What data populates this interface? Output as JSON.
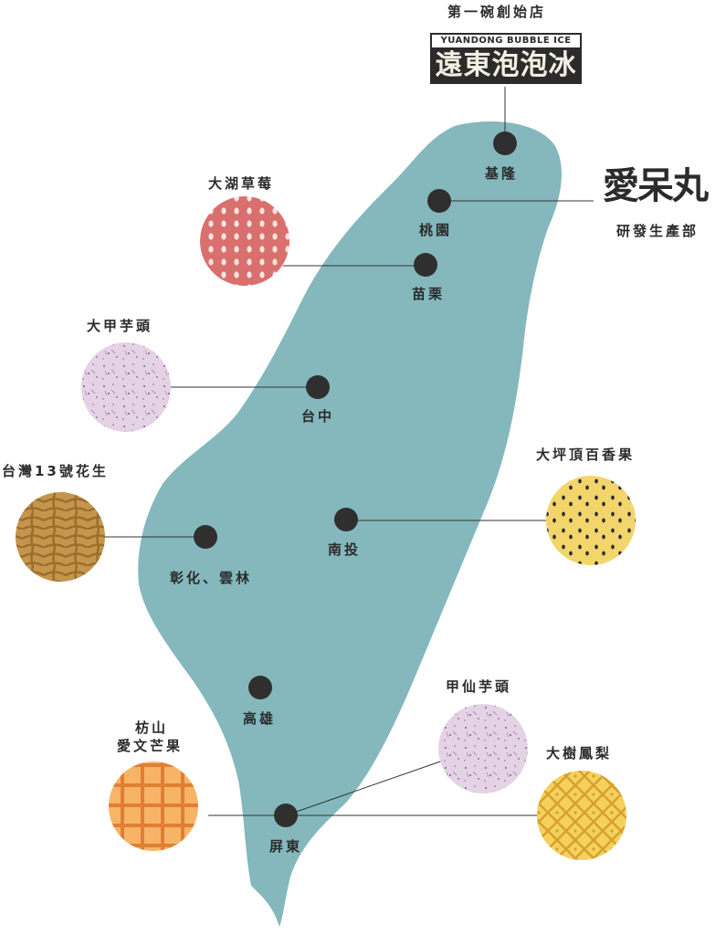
{
  "title_tag": "第一碗創始店",
  "yuandong": {
    "en": "YUANDONG BUBBLE ICE",
    "zh": "遠東泡泡冰"
  },
  "aidai": {
    "logo": "愛呆丸",
    "sub": "研發生產部"
  },
  "cities": {
    "keelung": "基隆",
    "taoyuan": "桃園",
    "miaoli": "苗栗",
    "taichung": "台中",
    "changhua_yunlin": "彰化、雲林",
    "nantou": "南投",
    "kaohsiung": "高雄",
    "pingtung": "屏東"
  },
  "produce": {
    "strawberry": "大湖草莓",
    "taro_dajia": "大甲芋頭",
    "peanut": "台灣13號花生",
    "passionfruit": "大坪頂百香果",
    "taro_jiaxian": "甲仙芋頭",
    "mango_line1": "枋山",
    "mango_line2": "愛文芒果",
    "pineapple": "大樹鳳梨"
  },
  "colors": {
    "map": "#84b8bc",
    "dot": "#2f2f2f",
    "strawberry": "#d9706e",
    "taro": "#e3d3e5",
    "peanut": "#c4954c",
    "passionfruit": "#f2d56b",
    "mango": "#f1a150",
    "pineapple": "#f4d15c"
  }
}
